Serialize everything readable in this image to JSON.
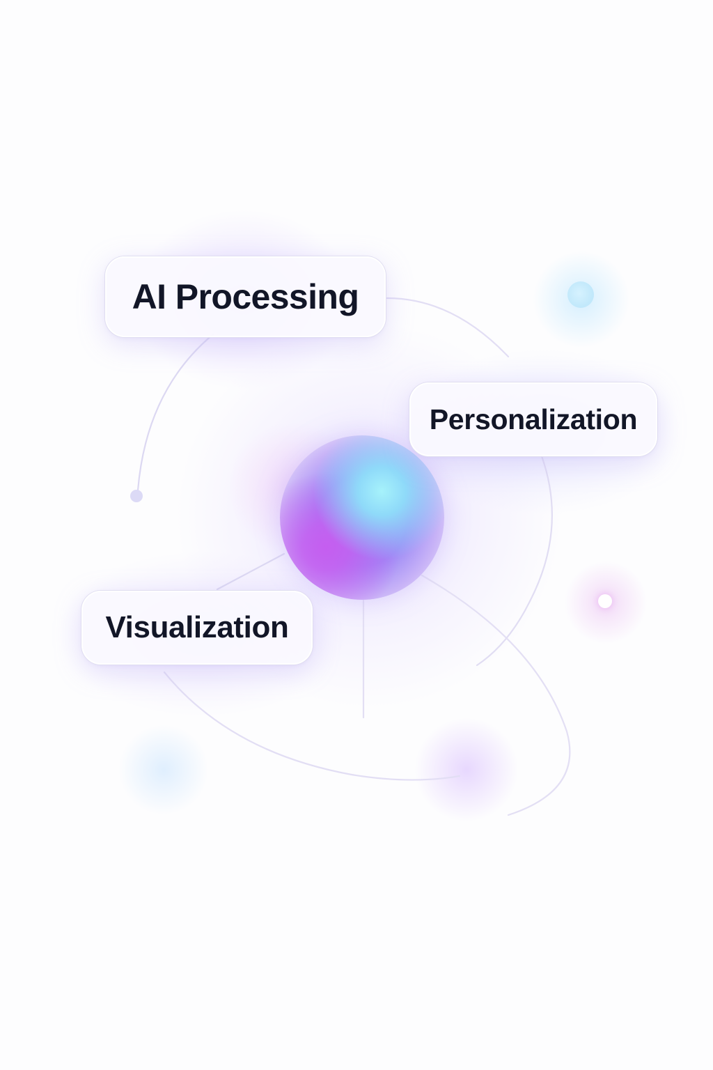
{
  "nodes": {
    "ai_processing": "AI Processing",
    "personalization": "Personalization",
    "visualization": "Visualization"
  },
  "colors": {
    "background": "#fdfdfe",
    "label_text": "#121627",
    "connector": "#dcd8f2",
    "orb_cyan": "#9fe9fb",
    "orb_violet": "#c55ef0",
    "orb_indigo": "#8a7cf7"
  }
}
